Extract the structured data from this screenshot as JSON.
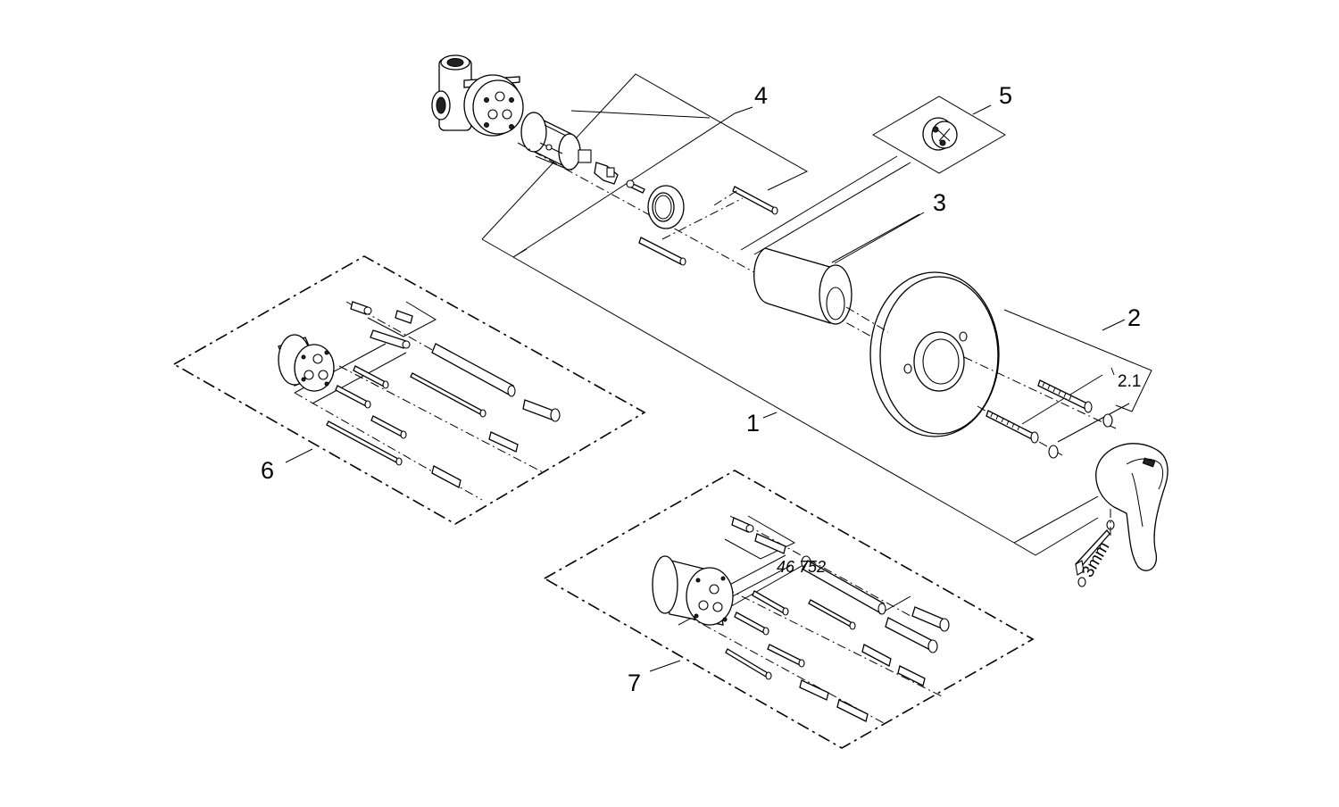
{
  "diagram": {
    "callouts": {
      "c1": "1",
      "c2": "2",
      "c2_1": "2.1",
      "c3": "3",
      "c4": "4",
      "c5": "5",
      "c6": "6",
      "c7": "7"
    },
    "part_number": "46 752",
    "tool_label": "3mm"
  }
}
